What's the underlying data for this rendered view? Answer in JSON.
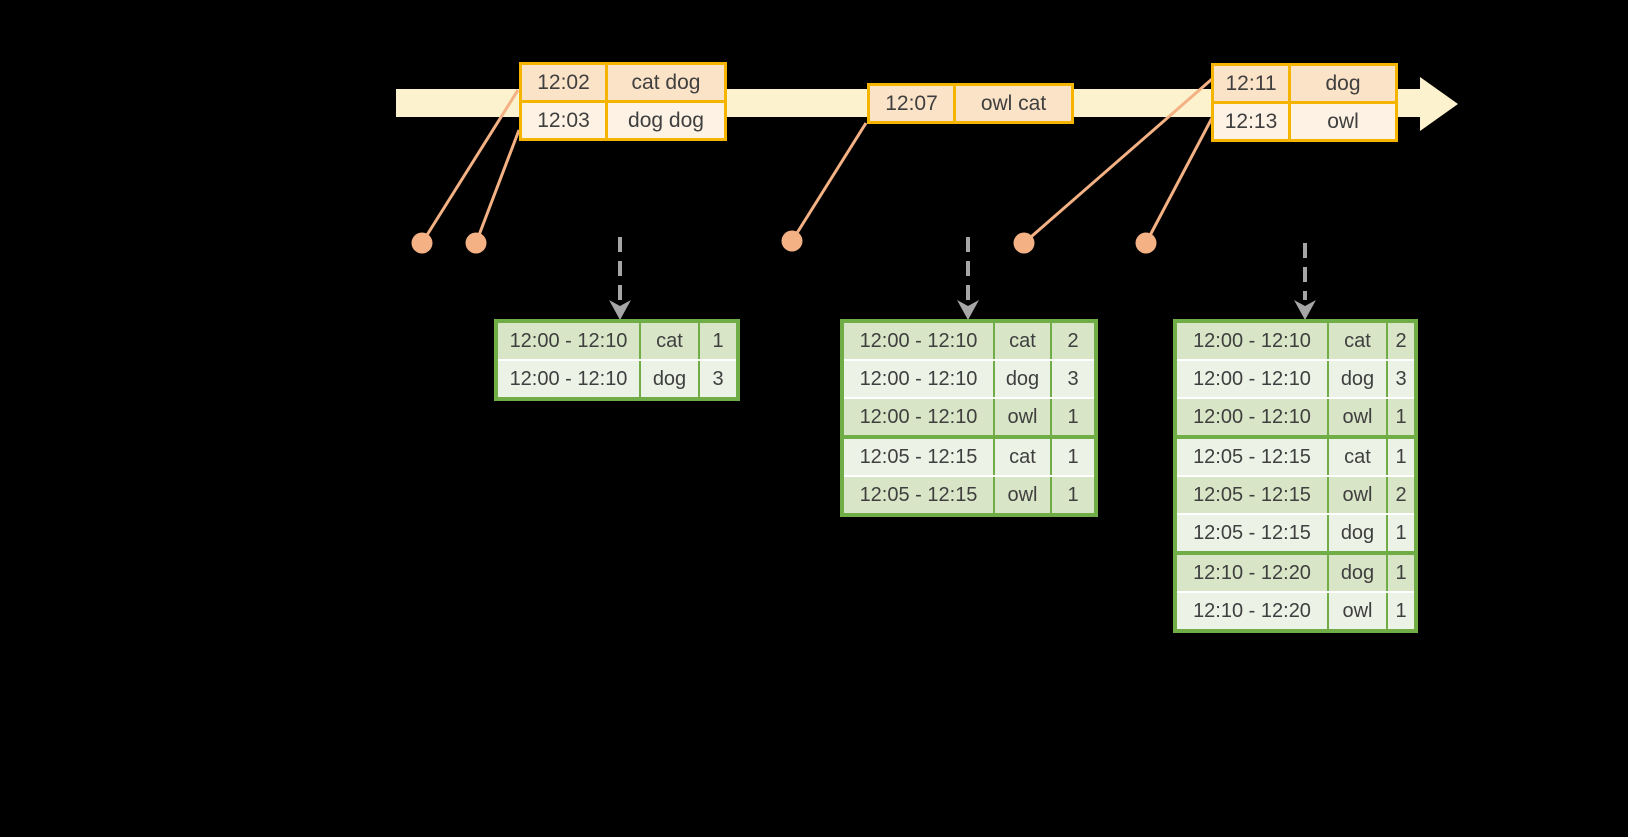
{
  "palette": {
    "background": "#000000",
    "band": "#FDF2CE",
    "gold": "#F5B400",
    "orange_row_dark": "#FBE3C8",
    "orange_row_light": "#FDF2E4",
    "salmon": "#F4B183",
    "green": "#70AD47",
    "green_row_dark": "#D8E5C6",
    "green_row_light": "#EDF2E7",
    "arrow_gray": "#A6A6A6",
    "text": "#3F3F3F"
  },
  "event_tables": [
    {
      "rows": [
        {
          "time": "12:02",
          "words": "cat dog"
        },
        {
          "time": "12:03",
          "words": "dog dog"
        }
      ]
    },
    {
      "rows": [
        {
          "time": "12:07",
          "words": "owl cat"
        }
      ]
    },
    {
      "rows": [
        {
          "time": "12:11",
          "words": "dog"
        },
        {
          "time": "12:13",
          "words": "owl"
        }
      ]
    }
  ],
  "result_tables": [
    {
      "group_breaks": [],
      "rows": [
        {
          "window": "12:00 - 12:10",
          "word": "cat",
          "count": "1"
        },
        {
          "window": "12:00 - 12:10",
          "word": "dog",
          "count": "3"
        }
      ]
    },
    {
      "group_breaks": [
        3
      ],
      "rows": [
        {
          "window": "12:00 - 12:10",
          "word": "cat",
          "count": "2"
        },
        {
          "window": "12:00 - 12:10",
          "word": "dog",
          "count": "3"
        },
        {
          "window": "12:00 - 12:10",
          "word": "owl",
          "count": "1"
        },
        {
          "window": "12:05 - 12:15",
          "word": "cat",
          "count": "1"
        },
        {
          "window": "12:05 - 12:15",
          "word": "owl",
          "count": "1"
        }
      ]
    },
    {
      "group_breaks": [
        3,
        6
      ],
      "rows": [
        {
          "window": "12:00 - 12:10",
          "word": "cat",
          "count": "2"
        },
        {
          "window": "12:00 - 12:10",
          "word": "dog",
          "count": "3"
        },
        {
          "window": "12:00 - 12:10",
          "word": "owl",
          "count": "1"
        },
        {
          "window": "12:05 - 12:15",
          "word": "cat",
          "count": "1"
        },
        {
          "window": "12:05 - 12:15",
          "word": "owl",
          "count": "2"
        },
        {
          "window": "12:05 - 12:15",
          "word": "dog",
          "count": "1"
        },
        {
          "window": "12:10 - 12:20",
          "word": "dog",
          "count": "1"
        },
        {
          "window": "12:10 - 12:20",
          "word": "owl",
          "count": "1"
        }
      ]
    }
  ]
}
